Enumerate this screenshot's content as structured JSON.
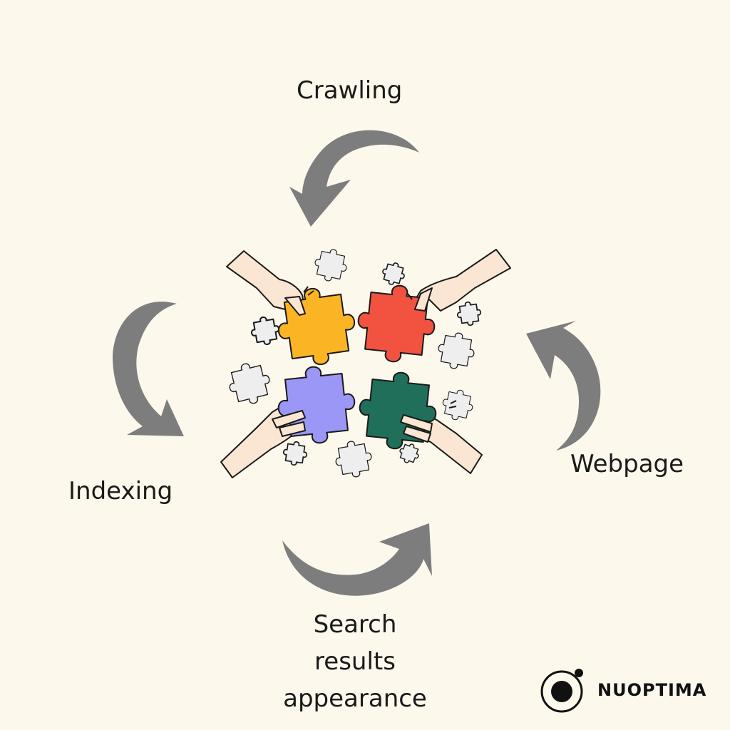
{
  "steps": {
    "crawling": "Crawling",
    "indexing": "Indexing",
    "webpage": "Webpage",
    "search_line1": "Search",
    "search_line2": "results",
    "search_line3": "appearance"
  },
  "brand": {
    "name": "NUOPTIMA"
  },
  "colors": {
    "background": "#fdf8ec",
    "arrow": "#7d7d7d",
    "piece_yellow": "#fbb424",
    "piece_red": "#f15340",
    "piece_purple": "#9b97f6",
    "piece_green": "#1f6f5a",
    "piece_grey": "#eeeeee",
    "skin": "#fbe6d3"
  },
  "icons": [
    "curved-arrow-icon",
    "puzzle-piece-icon",
    "hand-icon",
    "brand-logo-icon"
  ]
}
